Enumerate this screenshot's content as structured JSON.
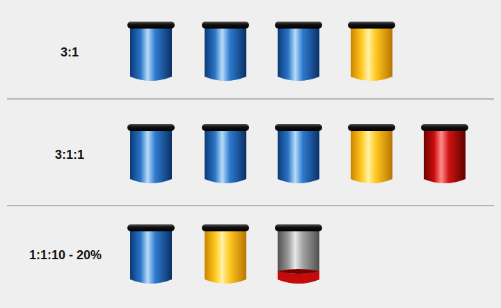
{
  "diagram": {
    "labels": [
      "3:1",
      "3:1:1",
      "1:1:10 - 20%"
    ]
  }
}
